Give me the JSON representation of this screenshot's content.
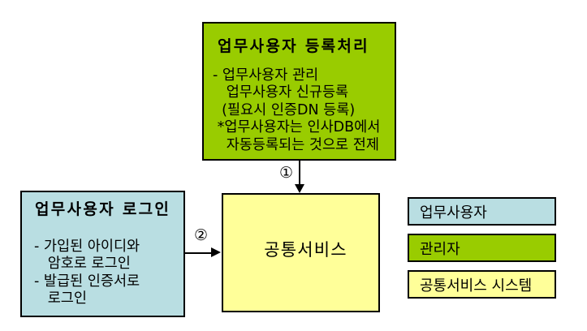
{
  "boxes": {
    "registration": {
      "title": "업무사용자 등록처리",
      "lines": [
        "- 업무사용자 관리",
        "   업무사용자 신규등록",
        "  (필요시 인증DN 등록)",
        " *업무사용자는 인사DB에서",
        "   자동등록되는 것으로 전제"
      ],
      "bg": "#99CC00"
    },
    "login": {
      "title": "업무사용자 로그인",
      "lines": [
        "- 가입된 아이디와",
        "   암호로 로그인",
        "- 발급된 인증서로",
        "   로그인"
      ],
      "bg": "#B9DEE2"
    },
    "common_service": {
      "label": "공통서비스",
      "bg": "#FFFF99"
    }
  },
  "arrows": {
    "step1": {
      "label": "①"
    },
    "step2": {
      "label": "②"
    }
  },
  "legend": {
    "items": [
      {
        "label": "업무사용자",
        "color": "#B9DEE2"
      },
      {
        "label": "관리자",
        "color": "#99CC00"
      },
      {
        "label": "공통서비스 시스템",
        "color": "#FFFF99"
      }
    ]
  }
}
